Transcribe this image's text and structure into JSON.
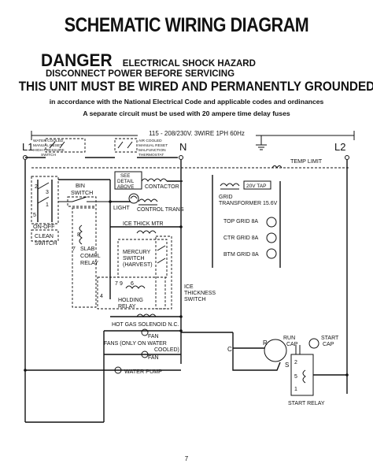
{
  "header": {
    "title": "SCHEMATIC WIRING DIAGRAM",
    "danger_word": "DANGER",
    "danger_sub": "ELECTRICAL SHOCK HAZARD",
    "disconnect": "DISCONNECT POWER BEFORE SERVICING",
    "grounded": "THIS UNIT MUST BE WIRED AND PERMANENTLY GROUNDED",
    "nec_note": "in accordance with the National Electrical Code and applicable codes and ordinances",
    "circuit_note": "A separate circuit must be used with 20 ampere time delay fuses"
  },
  "supply": {
    "voltage": "115 - 208/230V. 3WIRE 1PH 60Hz",
    "l1": "L1",
    "n": "N",
    "l2": "L2"
  },
  "labels": {
    "water_cooled_1": "WATER COOLED",
    "water_cooled_2": "MANUAL RESET",
    "water_cooled_3": "HIGH PRESSURE",
    "water_cooled_4": "SWITCH",
    "air_cooled_1": "AIR COOLED",
    "air_cooled_2": "MANUAL RESET",
    "air_cooled_3": "MALFUNCTION",
    "air_cooled_4": "THERMOSTAT",
    "bin_switch_1": "BIN",
    "bin_switch_2": "SWITCH",
    "on_off": "ON-OFF",
    "clean_switch_1": "CLEAN",
    "clean_switch_2": "SWITCH",
    "see_detail_1": "SEE",
    "see_detail_2": "DETAIL",
    "see_detail_3": "ABOVE",
    "contactor": "CONTACTOR",
    "light": "LIGHT",
    "control_trans": "CONTROL TRANS",
    "ice_thick_mtr": "ICE THICK MTR",
    "mercury_1": "MERCURY",
    "mercury_2": "SWITCH",
    "mercury_3": "(HARVEST)",
    "slab_1": "SLAB",
    "slab_2": "COMPL",
    "slab_3": "RELAY",
    "holding_1": "HOLDING",
    "holding_2": "RELAY",
    "ice_switch_1": "ICE",
    "ice_switch_2": "THICKNESS",
    "ice_switch_3": "SWITCH",
    "hot_gas": "HOT GAS SOLENOID N.C.",
    "fan": "FAN",
    "fans_water": "FANS (ONLY ON WATER",
    "cooled": "COOLED)",
    "fan2": "FAN",
    "water_pump": "WATER PUMP",
    "temp_limit": "TEMP LIMIT",
    "twenty_vtap": "20V TAP",
    "grid_1": "GRID",
    "grid_2": "TRANSFORMER 15.6V",
    "top_grid": "TOP GRID 8A",
    "ctr_grid": "CTR GRID 8A",
    "btm_grid": "BTM GRID 8A",
    "run_cap_1": "RUN",
    "run_cap_2": "CAP",
    "start_cap_1": "START",
    "start_cap_2": "CAP",
    "start_relay": "START RELAY",
    "c": "C",
    "r": "R",
    "s": "S",
    "t1": "1",
    "t2": "2",
    "t3": "3",
    "t4": "4",
    "t5": "5",
    "t6": "6",
    "t7": "7",
    "t8": "8",
    "t9": "9"
  },
  "footer": {
    "page": "7"
  }
}
